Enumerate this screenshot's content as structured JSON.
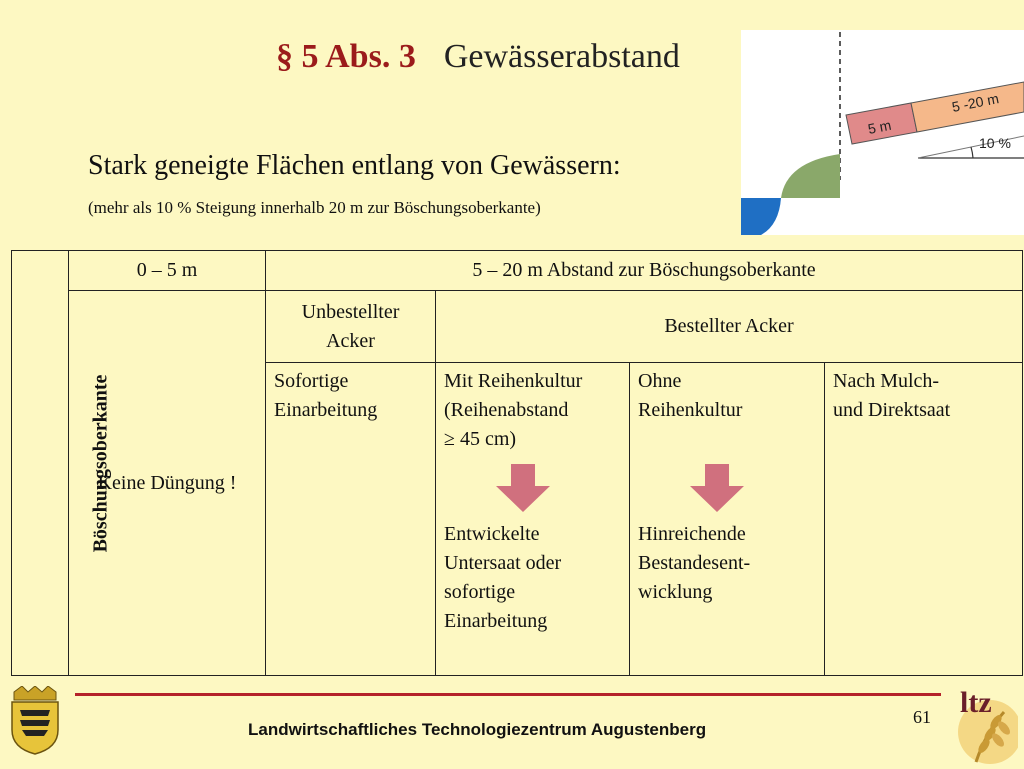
{
  "slide": {
    "title_section": "§ 5 Abs. 3",
    "title_name": "Gewässerabstand",
    "subtitle": "Stark geneigte Flächen entlang von Gewässern:",
    "note": "(mehr als 10 % Steigung innerhalb 20 m zur Böschungsoberkante)"
  },
  "figure": {
    "label_5m": "5 m",
    "label_5_20m": "5 -20 m",
    "label_slope": "10 %"
  },
  "table": {
    "side_label": "Böschungsoberkante",
    "header_0_5": "0 – 5 m",
    "header_5_20": "5 – 20 m Abstand zur Böschungsoberkante",
    "col_keine": "Keine Düngung !",
    "unbestellt_line1": "Unbestellter",
    "unbestellt_line2": "Acker",
    "bestellt": "Bestellter Acker",
    "sofortige_line1": "Sofortige",
    "sofortige_line2": "Einarbeitung",
    "reihen_line1": "Mit Reihenkultur",
    "reihen_line2": "(Reihenabstand",
    "reihen_line3": "≥ 45 cm)",
    "reihen_result_1": "Entwickelte",
    "reihen_result_2": "Untersaat oder",
    "reihen_result_3": "sofortige",
    "reihen_result_4": "Einarbeitung",
    "ohne_line1": "Ohne",
    "ohne_line2": "Reihenkultur",
    "ohne_result_1": "Hinreichende",
    "ohne_result_2": "Bestandesent-",
    "ohne_result_3": "wicklung",
    "mulch_line1": "Nach Mulch-",
    "mulch_line2": "und Direktsaat"
  },
  "footer": {
    "org": "Landwirtschaftliches Technologiezentrum Augustenberg",
    "page_number": "61",
    "logo_text": "ltz"
  },
  "colors": {
    "background": "#fdf8c2",
    "title_accent": "#9b1b1b",
    "rule": "#b4222a",
    "arrow": "#d0707e",
    "strip_5m": "#e08a8a",
    "strip_5_20m": "#f5b88a",
    "bank_green": "#8aa86a",
    "water_blue": "#1f6fc4"
  }
}
